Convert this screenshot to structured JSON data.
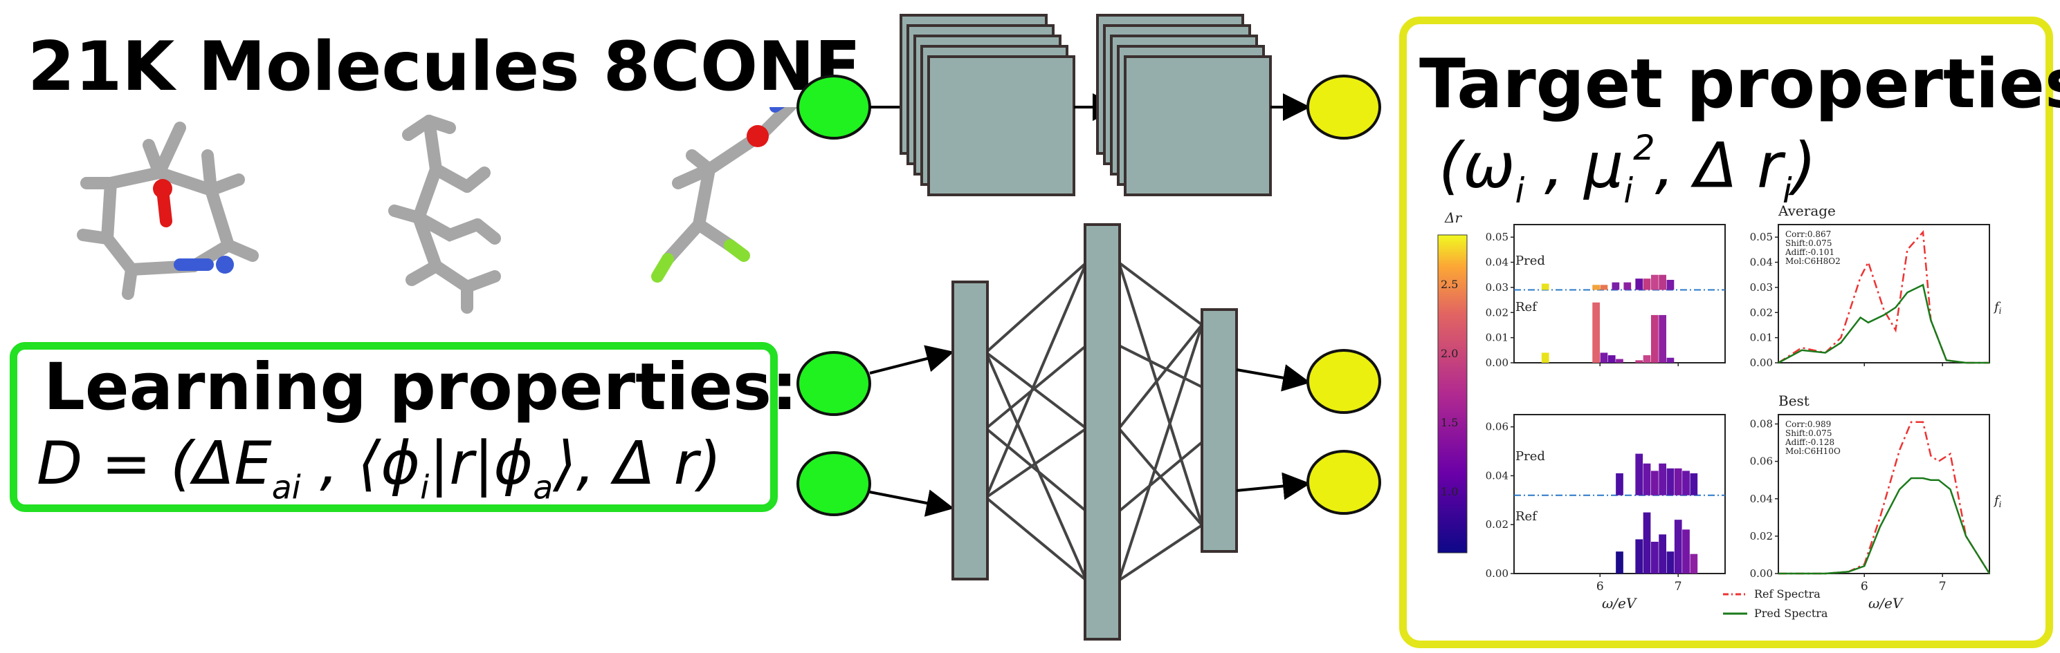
{
  "left_title": "21K Molecules 8CONF",
  "learning": {
    "title": "Learning properties:",
    "formula_parts": {
      "d_eq": "D = (ΔE",
      "sub_ai": "ai",
      "phi_i_open": " , ⟨ϕ",
      "sub_i": "i",
      "r_mid": "|r|ϕ",
      "sub_a": "a",
      "end": "⟩, Δ r)"
    }
  },
  "target": {
    "title": "Target properties:",
    "formula_parts": {
      "open": "(ω",
      "sub_i1": "i",
      "mu": " , μ",
      "sub_i2": "i",
      "sup_2": "2",
      "dr": ", Δ r",
      "sub_i3": "i",
      "close": ")"
    }
  },
  "colors": {
    "green": "#1ff21f",
    "yellow": "#ebf00f",
    "layer_fill": "#95aeab",
    "layer_stroke": "#3b3030"
  },
  "chart_data": [
    {
      "type": "bar",
      "panel": "top-left",
      "ylim": [
        0,
        0.055
      ],
      "yticks": [
        "0.00",
        "0.01",
        "0.02",
        "0.03",
        "0.04",
        "0.05"
      ],
      "labels": [
        "Pred",
        "Ref"
      ],
      "pred_bars": [
        {
          "x": 5.3,
          "value": 0.0025,
          "color": "#e8e21a"
        },
        {
          "x": 5.95,
          "value": 0.002,
          "color": "#f2a33b"
        },
        {
          "x": 6.05,
          "value": 0.002,
          "color": "#e8774f"
        },
        {
          "x": 6.2,
          "value": 0.003,
          "color": "#7a1fa6"
        },
        {
          "x": 6.35,
          "value": 0.003,
          "color": "#8d21a2"
        },
        {
          "x": 6.5,
          "value": 0.0045,
          "color": "#6a10a5"
        },
        {
          "x": 6.6,
          "value": 0.0045,
          "color": "#c13a82"
        },
        {
          "x": 6.7,
          "value": 0.006,
          "color": "#c6458c"
        },
        {
          "x": 6.8,
          "value": 0.006,
          "color": "#b93889"
        },
        {
          "x": 6.9,
          "value": 0.004,
          "color": "#7a1aa8"
        }
      ],
      "ref_bars": [
        {
          "x": 5.3,
          "value": 0.004,
          "color": "#e8e21a"
        },
        {
          "x": 5.95,
          "value": 0.024,
          "color": "#e0636e"
        },
        {
          "x": 6.05,
          "value": 0.004,
          "color": "#7a1aa8"
        },
        {
          "x": 6.15,
          "value": 0.003,
          "color": "#6a10a5"
        },
        {
          "x": 6.25,
          "value": 0.0015,
          "color": "#8d21a2"
        },
        {
          "x": 6.5,
          "value": 0.001,
          "color": "#c13a82"
        },
        {
          "x": 6.6,
          "value": 0.003,
          "color": "#c6458c"
        },
        {
          "x": 6.7,
          "value": 0.019,
          "color": "#c13a82"
        },
        {
          "x": 6.8,
          "value": 0.019,
          "color": "#8d21a2"
        },
        {
          "x": 6.9,
          "value": 0.002,
          "color": "#7a1aa8"
        }
      ]
    },
    {
      "type": "line",
      "panel": "top-right",
      "title": "Average",
      "ylim": [
        0,
        0.055
      ],
      "yticks": [
        "0.00",
        "0.01",
        "0.02",
        "0.03",
        "0.04",
        "0.05"
      ],
      "annotation": [
        "Corr:0.867",
        "Shift:0.075",
        "Adiff:-0.101",
        "Mol:C6H8O2"
      ],
      "right_label": "f",
      "right_label_sub": "i",
      "x": [
        4.9,
        5.2,
        5.5,
        5.7,
        5.95,
        6.05,
        6.25,
        6.4,
        6.55,
        6.75,
        6.85,
        7.05,
        7.3,
        7.6
      ],
      "series": [
        {
          "name": "Ref Spectra",
          "values": [
            0,
            0.006,
            0.004,
            0.01,
            0.034,
            0.04,
            0.021,
            0.013,
            0.045,
            0.052,
            0.017,
            0.001,
            0,
            0
          ]
        },
        {
          "name": "Pred Spectra",
          "values": [
            0,
            0.005,
            0.004,
            0.008,
            0.018,
            0.016,
            0.019,
            0.022,
            0.028,
            0.031,
            0.017,
            0.001,
            0,
            0
          ]
        }
      ]
    },
    {
      "type": "bar",
      "panel": "bottom-left",
      "ylim": [
        0,
        0.065
      ],
      "yticks": [
        "0.00",
        "0.02",
        "0.04",
        "0.06"
      ],
      "labels": [
        "Pred",
        "Ref"
      ],
      "pred_bars": [
        {
          "x": 6.25,
          "value": 0.009,
          "color": "#4d0fa3"
        },
        {
          "x": 6.5,
          "value": 0.017,
          "color": "#5a12a6"
        },
        {
          "x": 6.6,
          "value": 0.013,
          "color": "#6a14a8"
        },
        {
          "x": 6.7,
          "value": 0.01,
          "color": "#7516a4"
        },
        {
          "x": 6.8,
          "value": 0.013,
          "color": "#6a14a8"
        },
        {
          "x": 6.9,
          "value": 0.011,
          "color": "#5a12a6"
        },
        {
          "x": 7.0,
          "value": 0.011,
          "color": "#7516a4"
        },
        {
          "x": 7.1,
          "value": 0.01,
          "color": "#6a14a8"
        },
        {
          "x": 7.2,
          "value": 0.009,
          "color": "#4d0fa3"
        }
      ],
      "ref_bars": [
        {
          "x": 6.25,
          "value": 0.009,
          "color": "#1c0c8a"
        },
        {
          "x": 6.5,
          "value": 0.014,
          "color": "#3a0d9a"
        },
        {
          "x": 6.6,
          "value": 0.025,
          "color": "#4a0fa0"
        },
        {
          "x": 6.7,
          "value": 0.013,
          "color": "#5b12a6"
        },
        {
          "x": 6.8,
          "value": 0.016,
          "color": "#4a0fa0"
        },
        {
          "x": 6.9,
          "value": 0.009,
          "color": "#3a0d9a"
        },
        {
          "x": 7.0,
          "value": 0.022,
          "color": "#5b12a6"
        },
        {
          "x": 7.1,
          "value": 0.018,
          "color": "#7516a4"
        },
        {
          "x": 7.2,
          "value": 0.008,
          "color": "#8d21a2"
        }
      ]
    },
    {
      "type": "line",
      "panel": "bottom-right",
      "title": "Best",
      "ylim": [
        0,
        0.085
      ],
      "yticks": [
        "0.00",
        "0.02",
        "0.04",
        "0.06",
        "0.08"
      ],
      "annotation": [
        "Corr:0.989",
        "Shift:0.075",
        "Adiff:-0.128",
        "Mol:C6H10O"
      ],
      "right_label": "f",
      "right_label_sub": "i",
      "x": [
        4.9,
        5.5,
        5.8,
        6.0,
        6.2,
        6.45,
        6.6,
        6.75,
        6.85,
        6.95,
        7.1,
        7.3,
        7.6
      ],
      "series": [
        {
          "name": "Ref Spectra",
          "values": [
            0,
            0,
            0.001,
            0.005,
            0.03,
            0.066,
            0.081,
            0.081,
            0.063,
            0.06,
            0.064,
            0.02,
            0
          ]
        },
        {
          "name": "Pred Spectra",
          "values": [
            0,
            0,
            0.001,
            0.004,
            0.025,
            0.045,
            0.051,
            0.051,
            0.05,
            0.05,
            0.045,
            0.02,
            0
          ]
        }
      ]
    }
  ],
  "colorbar": {
    "label": "Δr",
    "ticks": [
      "1.0",
      "1.5",
      "2.0",
      "2.5"
    ]
  },
  "xaxis": {
    "label": "ω/eV",
    "ticks": [
      "6",
      "7"
    ]
  },
  "legend": {
    "ref": "Ref Spectra",
    "pred": "Pred Spectra"
  }
}
